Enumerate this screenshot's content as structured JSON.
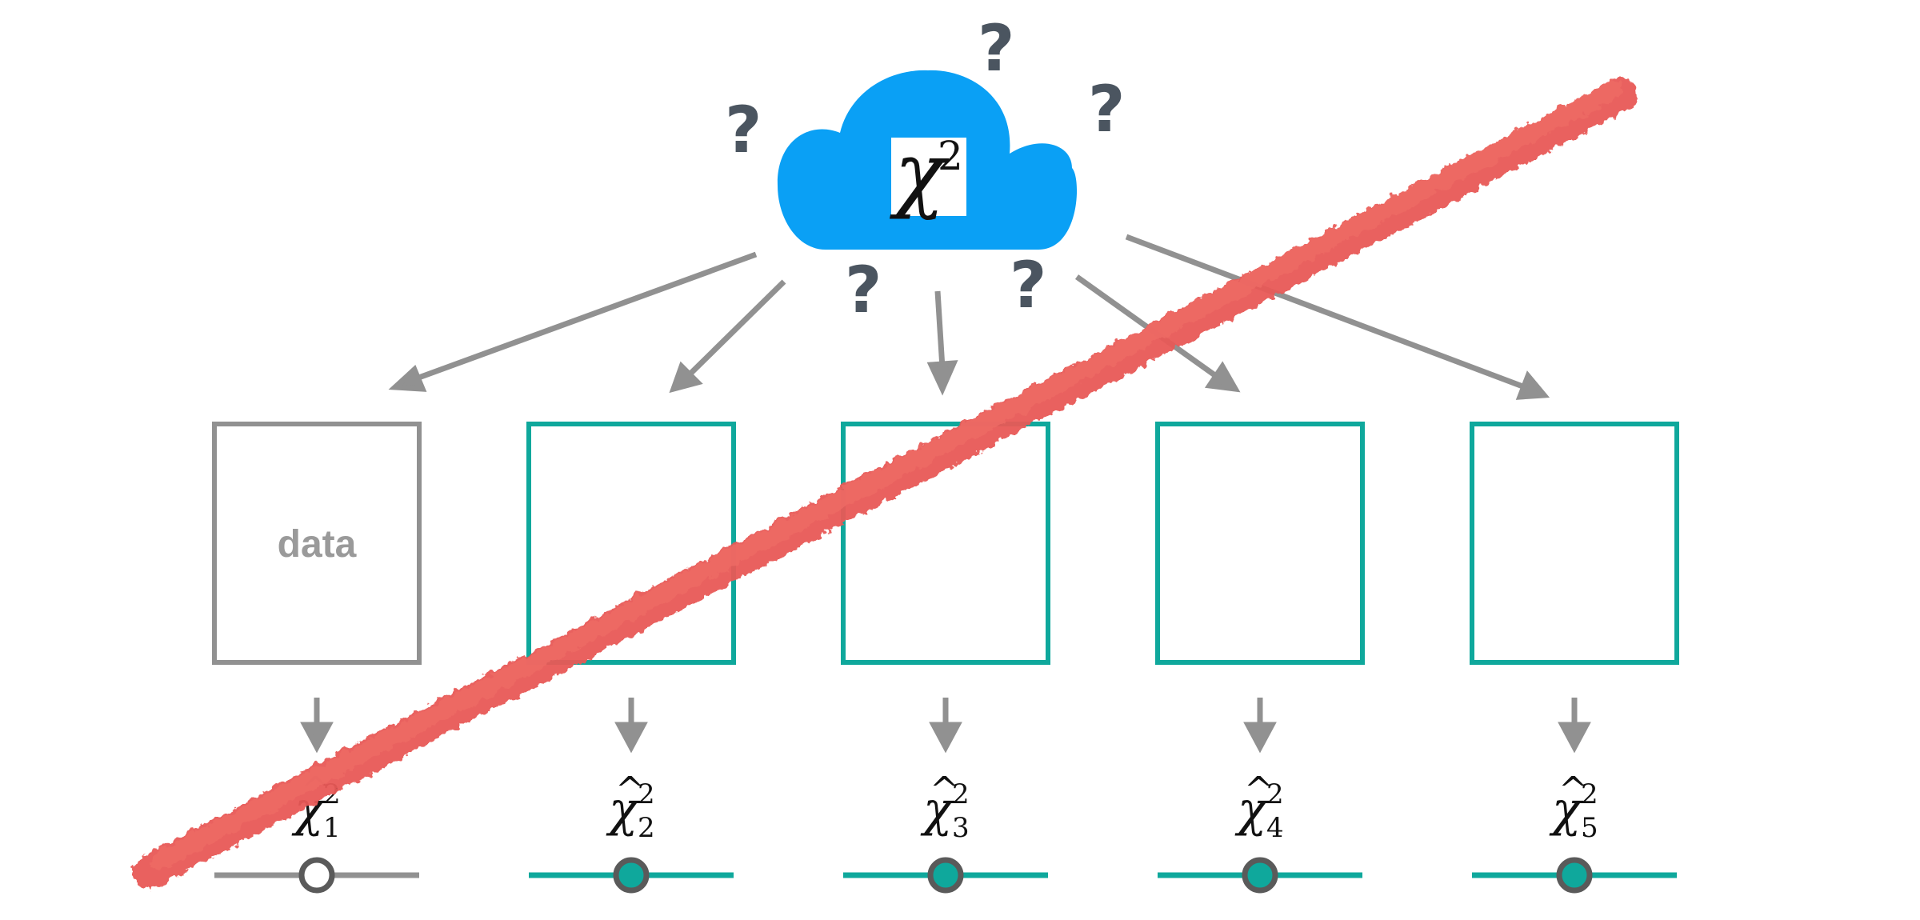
{
  "cloud": {
    "symbol": "χ",
    "exponent": "2",
    "question_mark": "?",
    "color": "#0aa0f5"
  },
  "boxes": [
    {
      "label": "data",
      "kind": "observed"
    },
    {
      "label": "",
      "kind": "simulated"
    },
    {
      "label": "",
      "kind": "simulated"
    },
    {
      "label": "",
      "kind": "simulated"
    },
    {
      "label": "",
      "kind": "simulated"
    }
  ],
  "estimates": [
    {
      "symbol": "χ",
      "hat": "^",
      "exponent": "2",
      "subscript": "1",
      "marker": "hollow"
    },
    {
      "symbol": "χ",
      "hat": "^",
      "exponent": "2",
      "subscript": "2",
      "marker": "filled"
    },
    {
      "symbol": "χ",
      "hat": "^",
      "exponent": "2",
      "subscript": "3",
      "marker": "filled"
    },
    {
      "symbol": "χ",
      "hat": "^",
      "exponent": "2",
      "subscript": "4",
      "marker": "filled"
    },
    {
      "symbol": "χ",
      "hat": "^",
      "exponent": "2",
      "subscript": "5",
      "marker": "filled"
    }
  ],
  "colors": {
    "observed": "#919191",
    "simulated": "#0fa89c",
    "arrow": "#919191",
    "question": "#4b5560",
    "strike": "#e85a56"
  },
  "strike_through": true
}
